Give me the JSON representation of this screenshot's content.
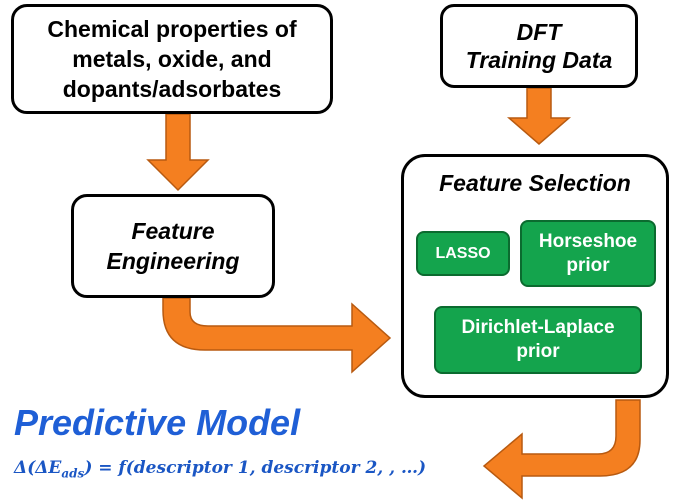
{
  "colors": {
    "arrow": "#f47f20",
    "arrow_stroke": "#b85a10",
    "green_fill": "#14a44d",
    "model_title": "#1f5fd6",
    "equation": "#1a56c4"
  },
  "boxes": {
    "chemical_properties": "Chemical properties of\nmetals, oxide, and\ndopants/adsorbates",
    "dft_training": "DFT\nTraining Data",
    "feature_engineering": "Feature\nEngineering",
    "feature_selection_title": "Feature Selection"
  },
  "methods": {
    "lasso": "LASSO",
    "horseshoe": "Horseshoe\nprior",
    "dirichlet": "Dirichlet-Laplace\nprior"
  },
  "model": {
    "title": "Predictive Model",
    "equation": "Δ(ΔE_ads) = f(descriptor 1, descriptor 2, , …)"
  }
}
